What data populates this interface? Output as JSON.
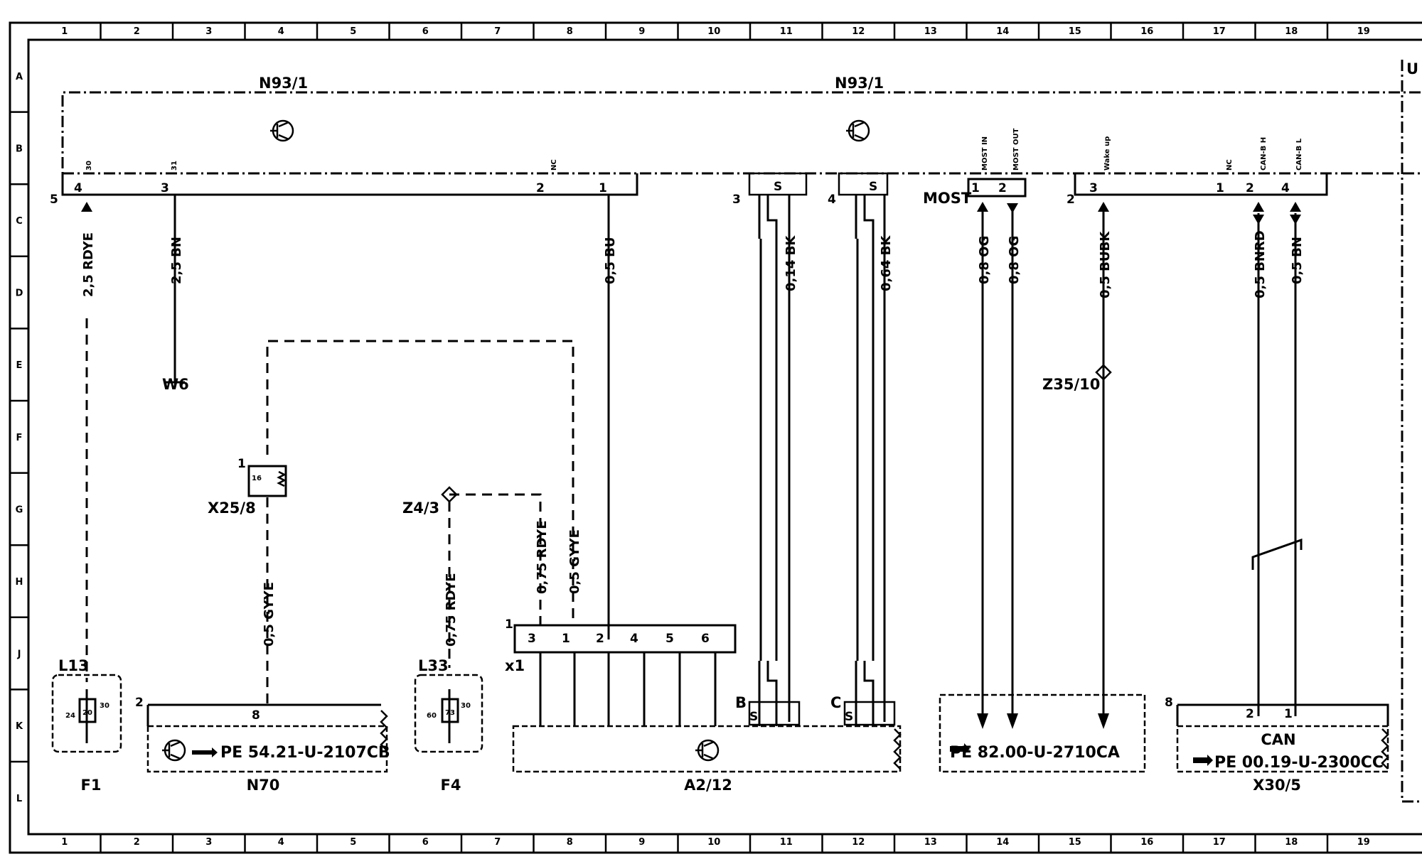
{
  "frame": {
    "column_numbers": [
      "1",
      "2",
      "3",
      "4",
      "5",
      "6",
      "7",
      "8",
      "9",
      "10",
      "11",
      "12",
      "13",
      "14",
      "15",
      "16",
      "17",
      "18",
      "19"
    ],
    "row_letters": [
      "A",
      "B",
      "C",
      "D",
      "E",
      "F",
      "G",
      "H",
      "J",
      "K",
      "L"
    ],
    "right_edge_fragment": "U"
  },
  "modules": {
    "left_title": "N93/1",
    "right_title": "N93/1"
  },
  "connector_labels": {
    "most": "MOST",
    "most_in": "MOST IN",
    "most_out": "MOST OUT",
    "wake_up": "Wake up",
    "can_b_h": "CAN-B H",
    "can_b_l": "CAN-B L",
    "nc_left": "NC",
    "nc_right": "NC",
    "pin30": "30",
    "pin31": "31",
    "shield_s": "S"
  },
  "pins": {
    "p5": "5",
    "p4": "4",
    "p3": "3",
    "p2": "2",
    "p1": "1",
    "sh3": "3",
    "sh4": "4",
    "most1": "1",
    "most2": "2",
    "p2b": "2",
    "p3b": "3",
    "p1b": "1",
    "p2c": "2",
    "p4c": "4",
    "x25_1": "1",
    "x25_16": "16",
    "x1_1": "1",
    "x1_3": "3",
    "x1_1b": "1",
    "x1_2": "2",
    "x1_4": "4",
    "x1_5": "5",
    "x1_6": "6",
    "n70_2": "2",
    "n70_8": "8",
    "f1_24": "24",
    "f1_20": "20",
    "f1_30": "30",
    "f4_60": "60",
    "f4_73": "73",
    "f4_30": "30",
    "shield_b": "B",
    "shield_c": "C",
    "x30_8": "8",
    "x30_2": "2",
    "x30_1": "1"
  },
  "wires": {
    "w_rdye_25": "2,5 RDYE",
    "w_bn_25": "2,5 BN",
    "w_bu_05": "0,5 BU",
    "w_bk_014": "0,14 BK",
    "w_bk_064": "0,64 BK",
    "w_og_08a": "0,8 OG",
    "w_og_08b": "0,8 OG",
    "w_bubk_05": "0,5 BUBK",
    "w_bnrd_05": "0,5 BNRD",
    "w_bn_05": "0,5 BN",
    "w_gyye_05a": "0,5 GYYE",
    "w_rdye_075a": "0,75 RDYE",
    "w_gyye_05b": "0,5 GYYE",
    "w_rdye_075b": "0,75 RDYE"
  },
  "components": {
    "w6": "W6",
    "x25_8": "X25/8",
    "z4_3": "Z4/3",
    "z35_10": "Z35/10",
    "x1": "x1",
    "l13": "L13",
    "l33": "L33",
    "f1": "F1",
    "n70": "N70",
    "f4": "F4",
    "a2_12": "A2/12",
    "x30_5": "X30/5",
    "can": "CAN"
  },
  "refs": {
    "n70_ref": "PE  54.21-U-2107CB",
    "most_ref": "PE  82.00-U-2710CA",
    "can_ref": "PE  00.19-U-2300CC"
  }
}
